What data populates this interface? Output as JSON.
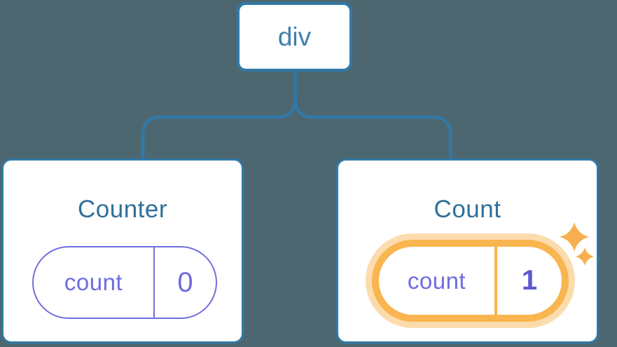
{
  "colors": {
    "background": "#4d6771",
    "node_border_blue": "#3179a7",
    "connector_blue": "#3179a7",
    "root_label_blue": "#3f7fab",
    "title_blue": "#30709a",
    "state_purple": "#6e6ce0",
    "value_bold_purple": "#5b5ad2",
    "highlight_orange": "#f9b54f",
    "highlight_halo": "#fcdcad",
    "sparkle_orange": "#f7b04f"
  },
  "tree": {
    "root": {
      "label": "div"
    },
    "children": [
      {
        "title": "Counter",
        "state": {
          "name": "count",
          "value": "0"
        },
        "highlighted": false
      },
      {
        "title": "Count",
        "state": {
          "name": "count",
          "value": "1"
        },
        "highlighted": true
      }
    ]
  }
}
